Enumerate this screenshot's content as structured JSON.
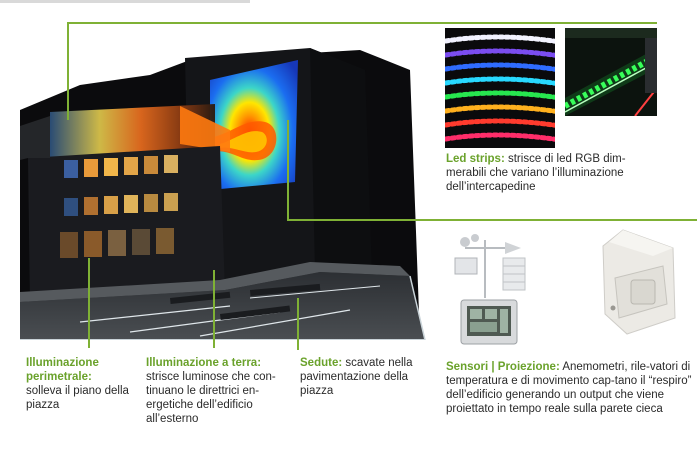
{
  "captions": {
    "led": {
      "title": "Led strips:",
      "text": " strisce di led RGB dim-merabili che variano l’illuminazione dell’intercapedine"
    },
    "sensors": {
      "title": "Sensori | Proiezione:",
      "text": " Anemometri, rile-vatori di temperatura e di movimento cap-tano il “respiro” dell’edificio generando un output che viene proiettato in tempo reale sulla parete cieca"
    },
    "perimetral": {
      "title": "Illuminazione perimetrale:",
      "text": "solleva il piano della piazza"
    },
    "ground": {
      "title": "Illuminazione a terra:",
      "text": "strisce luminose che con-tinuano le direttrici en-ergetiche dell’edificio all’esterno"
    },
    "seats": {
      "title": "Sedute:",
      "text": " scavate nella pavimentazione della piazza"
    }
  },
  "colors": {
    "accent_green": "#7fb135",
    "caption_green": "#6aa22b",
    "scene_bg": "#0b0b0d",
    "pavement": "#3a3d40"
  },
  "icons": {
    "building_render": "night-building-render",
    "led_photo_1": "led-strips-rgb-photo",
    "led_photo_2": "led-strip-green-photo",
    "weather_station": "weather-station-photo",
    "motion_sensor": "motion-sensor-photo"
  }
}
